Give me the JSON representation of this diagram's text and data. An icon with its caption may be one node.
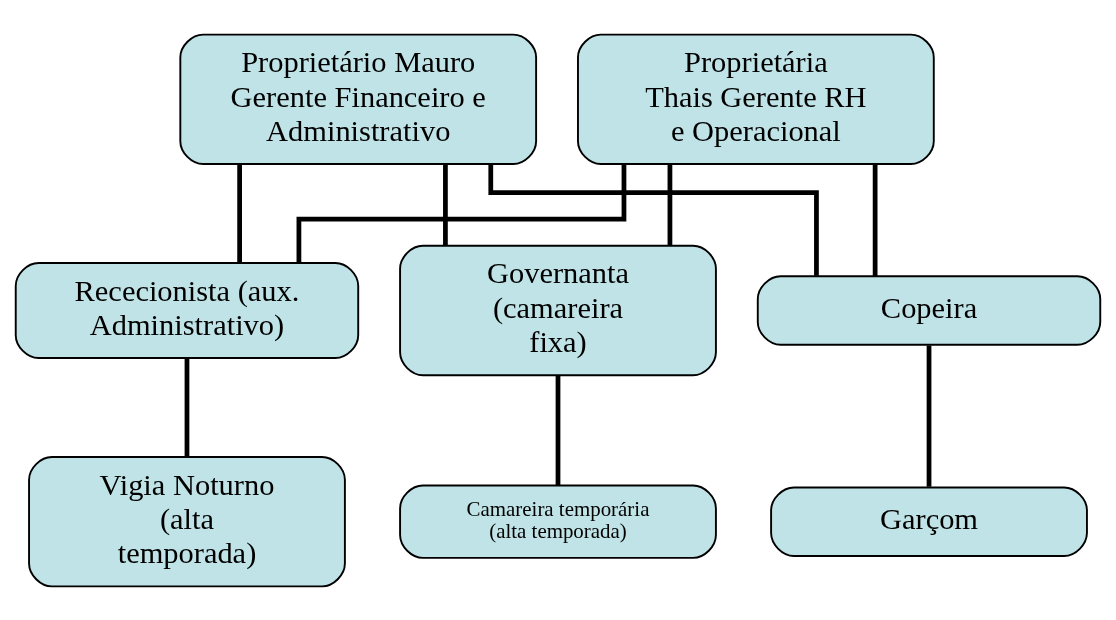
{
  "diagram": {
    "nodes": [
      {
        "text": [
          "Proprietário Mauro Gerente Financeiro e Administrativo"
        ]
      },
      {
        "text": [
          "Proprietária Thais Gerente RH e Operacional"
        ]
      },
      {
        "text": [
          "Rececionista (aux. Administrativo)"
        ]
      },
      {
        "text": [
          "Governanta (camareira fixa)"
        ]
      },
      {
        "text": [
          "Copeira"
        ]
      },
      {
        "text": [
          "Vigia Noturno (alta temporada)"
        ]
      },
      {
        "text": [
          "Camareira temporária (alta temporada)"
        ]
      },
      {
        "text": [
          "Garçom"
        ]
      }
    ],
    "edges": [
      {
        "from": 0,
        "to": 2,
        "arrow": "none"
      },
      {
        "from": 0,
        "to": 3,
        "arrow": "none"
      },
      {
        "from": 0,
        "to": 4,
        "arrow": "none"
      },
      {
        "from": 1,
        "to": 2,
        "arrow": "none"
      },
      {
        "from": 1,
        "to": 3,
        "arrow": "none"
      },
      {
        "from": 1,
        "to": 4,
        "arrow": "none"
      },
      {
        "from": 2,
        "to": 5,
        "arrow": "none"
      },
      {
        "from": 3,
        "to": 6,
        "arrow": "none"
      },
      {
        "from": 4,
        "to": 7,
        "arrow": "none"
      }
    ]
  }
}
